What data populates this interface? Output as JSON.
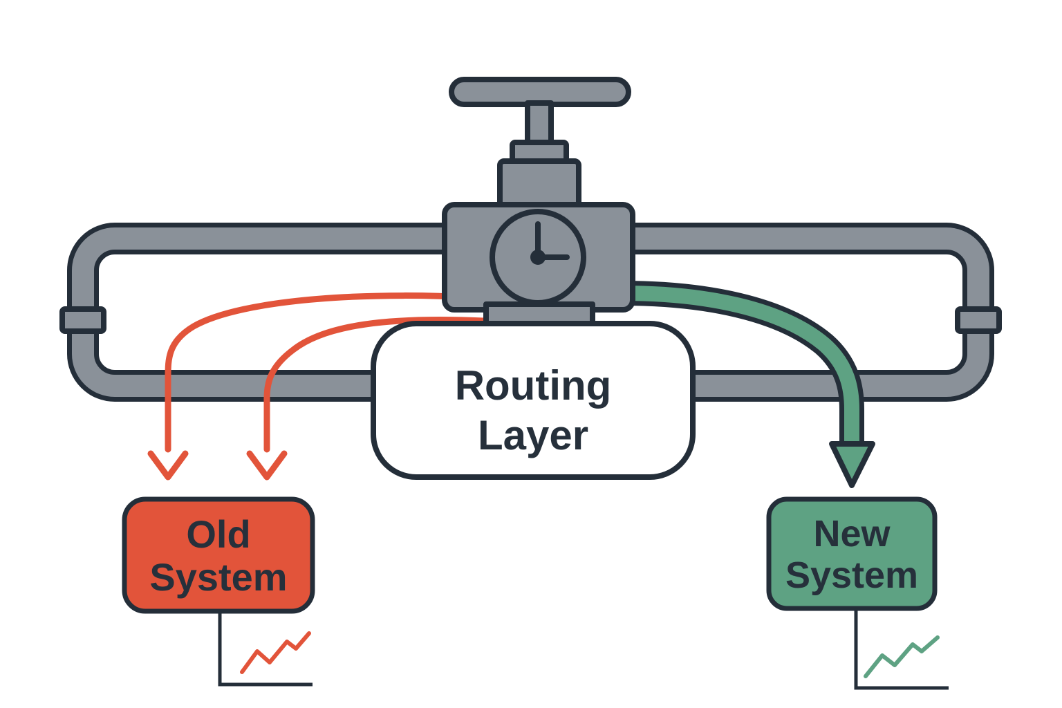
{
  "title": "Routing layer migration diagram",
  "colors": {
    "pipe_gray": "#8A9199",
    "outline_dark": "#242E39",
    "old_red": "#E2543A",
    "new_green": "#5EA283",
    "box_text": "#26303B",
    "background": "#FFFFFF"
  },
  "routing_layer": {
    "line1": "Routing",
    "line2": "Layer"
  },
  "old_system": {
    "line1": "Old",
    "line2": "System"
  },
  "new_system": {
    "line1": "New",
    "line2": "System"
  }
}
